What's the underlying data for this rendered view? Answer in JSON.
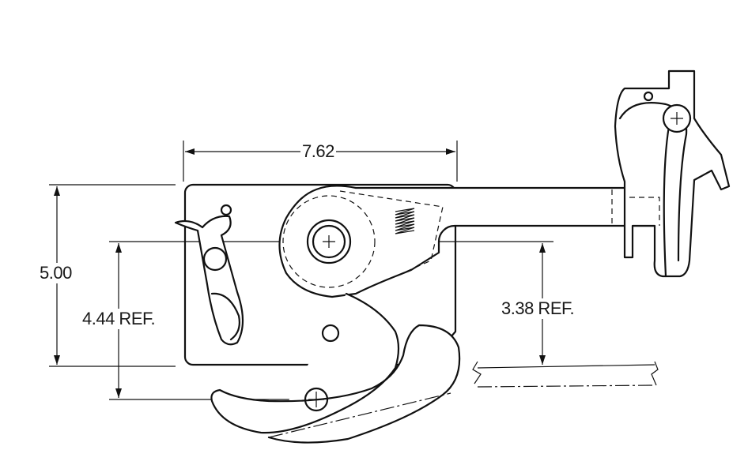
{
  "dimensions": {
    "width": "7.62",
    "height": "5.00",
    "pivot_height": "4.44 REF.",
    "striker_height": "3.38 REF."
  },
  "colors": {
    "line": "#111111",
    "background": "#ffffff"
  }
}
